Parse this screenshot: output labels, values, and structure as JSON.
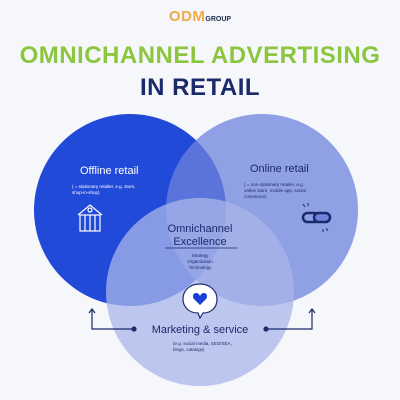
{
  "brand": {
    "odm": "ODM",
    "group": "GROUP"
  },
  "title": {
    "line1": "OMNICHANNEL ADVERTISING",
    "line2": "IN RETAIL"
  },
  "offline": {
    "title": "Offline retail",
    "desc_1": "( = stationary retailer, e.g. store,",
    "desc_2": "shop-in-shop)"
  },
  "online": {
    "title": "Online retail",
    "desc_1": "( = non-stationary retailer, e.g.",
    "desc_2": "online store, mobile app, social",
    "desc_3": "commerce)"
  },
  "center": {
    "title_1": "Omnichannel",
    "title_2": "Excellence",
    "items": [
      "Strategy",
      "Organisation",
      "Technology"
    ]
  },
  "marketing": {
    "title": "Marketing & service",
    "desc_1": "(e.g. social media, SEO/SEA,",
    "desc_2": "blogs, catalogs)"
  },
  "colors": {
    "offline_circle": "#1640d6",
    "online_circle": "#7487dc",
    "marketing_circle": "#a6b2e6",
    "title_green": "#8cc63f",
    "title_navy": "#1b2a6b"
  }
}
